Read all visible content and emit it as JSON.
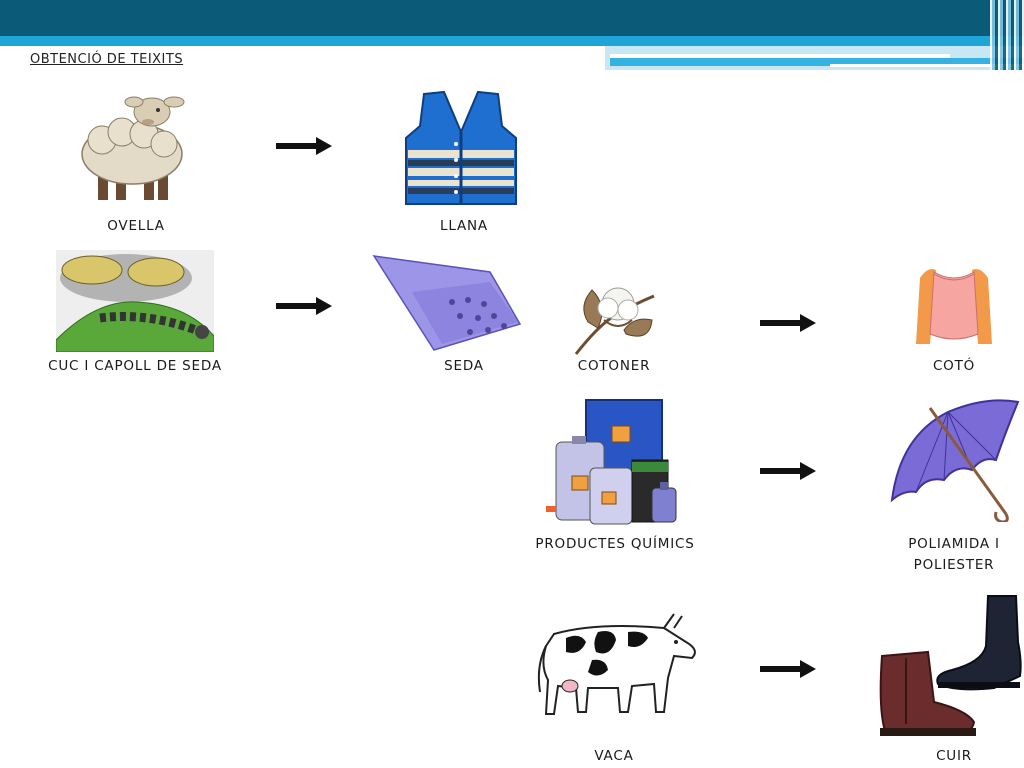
{
  "title": "OBTENCIÓ DE TEIXITS",
  "labels": {
    "ovella": "OVELLA",
    "llana": "LLANA",
    "cuc": "CUC I CAPOLL DE SEDA",
    "seda": "SEDA",
    "cotoner": "COTONER",
    "coto": "COTÓ",
    "productes": "PRODUCTES QUÍMICS",
    "poliamida_line1": "POLIAMIDA I",
    "poliamida_line2": "POLIESTER",
    "vaca": "VACA",
    "cuir": "CUIR"
  },
  "icons": {
    "sheep": "sheep-icon",
    "vest": "wool-vest-icon",
    "silkworm": "silkworm-cocoon-icon",
    "silk": "silk-scarf-icon",
    "cotton": "cotton-plant-icon",
    "tshirt": "cotton-top-icon",
    "chemicals": "chemical-containers-icon",
    "umbrella": "umbrella-icon",
    "cow": "cow-icon",
    "boots": "boots-icon",
    "arrow": "arrow-right-icon"
  },
  "colors": {
    "banner_dark": "#0a5a78",
    "banner_cyan": "#1fa4d8",
    "banner_pale": "#c9e6f4"
  }
}
